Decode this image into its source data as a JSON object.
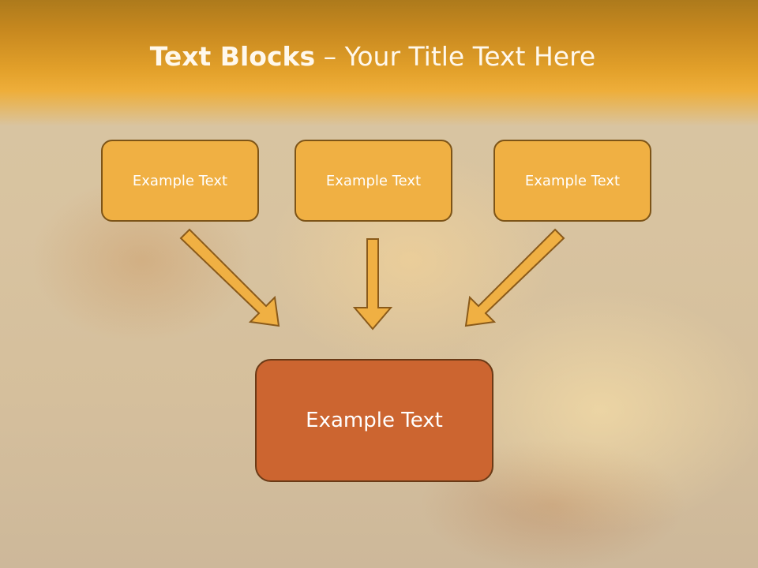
{
  "slide": {
    "title_bold": "Text Blocks",
    "title_dash": " – ",
    "title_rest": "Your Title Text Here",
    "top_blocks": [
      {
        "text": "Example Text"
      },
      {
        "text": "Example Text"
      },
      {
        "text": "Example Text"
      }
    ],
    "bottom_block": {
      "text": "Example Text"
    }
  },
  "colors": {
    "header": "#e2a02a",
    "block_fill": "#f0b043",
    "block_border": "#7d5417",
    "bottom_fill": "#cc6530",
    "arrow_fill": "#f0b043"
  }
}
